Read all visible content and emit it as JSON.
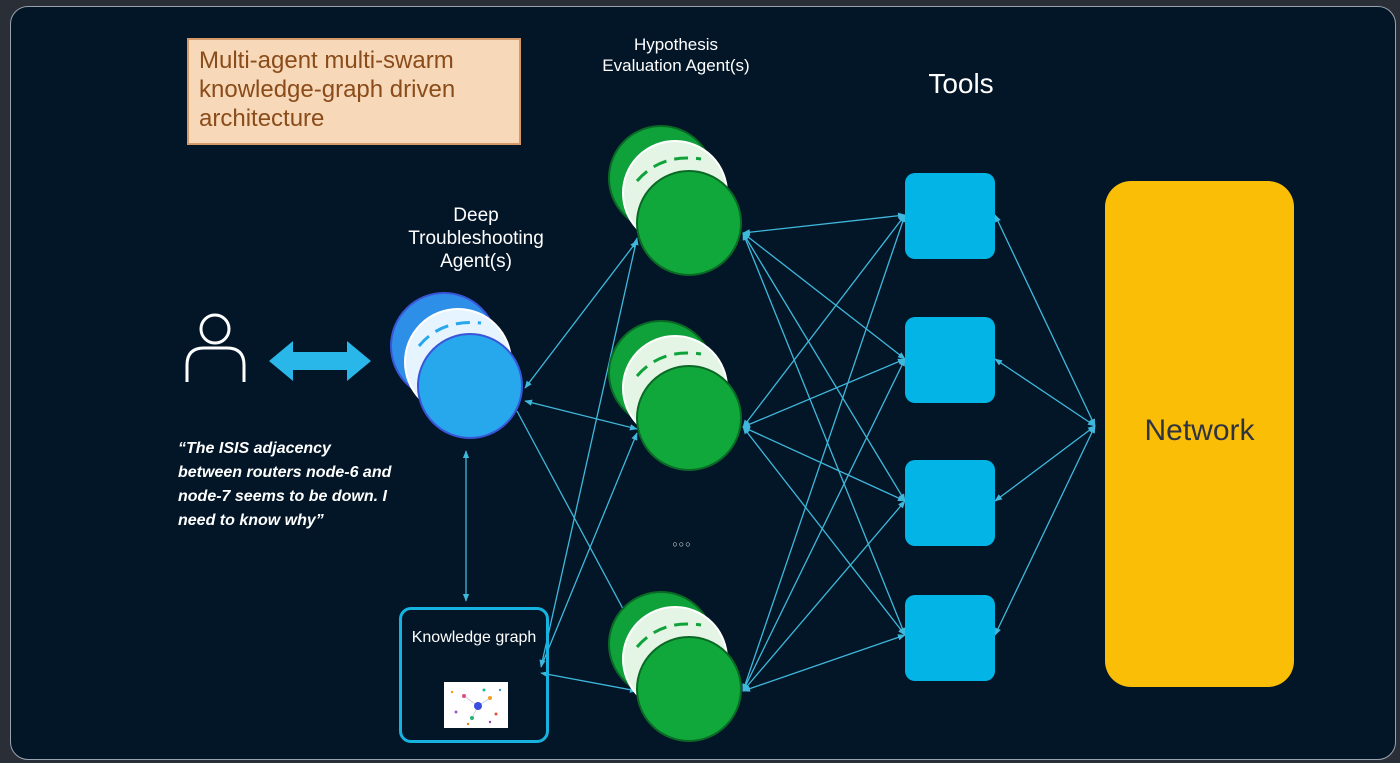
{
  "title": "Multi-agent multi-swarm knowledge-graph driven architecture",
  "labels": {
    "hypothesis": "Hypothesis Evaluation Agent(s)",
    "deep": "Deep Troubleshooting Agent(s)",
    "tools": "Tools",
    "network": "Network",
    "knowledge_graph": "Knowledge graph"
  },
  "quote": "“The ISIS adjacency between routers node-6 and node-7 seems to be down. I need to know why”",
  "ellipsis": "○○○",
  "icons": {
    "user": "person-icon",
    "bidirectional": "double-arrow-icon",
    "graph": "graph-thumbnail-icon"
  },
  "colors": {
    "background": "#031627",
    "agent_blue": "#27a7ec",
    "agent_green": "#10a83b",
    "tool_cyan": "#03b4e6",
    "network": "#fbbe07",
    "connector": "#3fb8dc",
    "title_fill": "#f7d8b8"
  }
}
